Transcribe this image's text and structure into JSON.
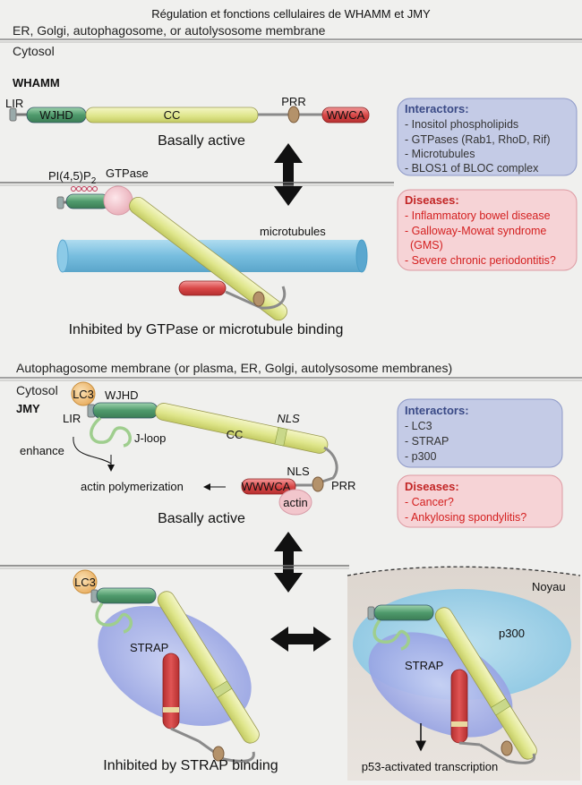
{
  "title": "Régulation et fonctions cellulaires de WHAMM et JMY",
  "whamm": {
    "membrane_label": "ER, Golgi, autophagosome, or autolysosome membrane",
    "cytosol_label": "Cytosol",
    "protein_name": "WHAMM",
    "lir": "LIR",
    "wjhd": "WJHD",
    "cc": "CC",
    "prr": "PRR",
    "wwca": "WWCA",
    "state_active": "Basally active",
    "pip2": "PI(4,5)P",
    "pip2_sub": "2",
    "gtpase": "GTPase",
    "microtubules": "microtubules",
    "state_inhibited": "Inhibited by GTPase or microtubule binding",
    "interactors": {
      "title": "Interactors:",
      "items": [
        "- Inositol phospholipids",
        "- GTPases (Rab1, RhoD, Rif)",
        "- Microtubules",
        "- BLOS1 of BLOC complex"
      ]
    },
    "diseases": {
      "title": "Diseases:",
      "items": [
        "- Inflammatory bowel disease",
        "- Galloway-Mowat syndrome",
        "(GMS)",
        "- Severe chronic periodontitis?"
      ]
    }
  },
  "jmy": {
    "membrane_label": "Autophagosome membrane (or plasma, ER, Golgi, autolysosome membranes)",
    "cytosol_label": "Cytosol",
    "protein_name": "JMY",
    "lc3": "LC3",
    "wjhd": "WJHD",
    "lir": "LIR",
    "jloop": "J-loop",
    "cc": "CC",
    "nls1": "NLS",
    "nls2": "NLS",
    "prr": "PRR",
    "wwwca": "WWWCA",
    "actin": "actin",
    "enhance": "enhance",
    "actin_poly": "actin polymerization",
    "state_active": "Basally active",
    "strap": "STRAP",
    "strap2": "STRAP",
    "lc3_2": "LC3",
    "noyau": "Noyau",
    "p300": "p300",
    "state_inhibited": "Inhibited by STRAP binding",
    "transcription": "p53-activated transcription",
    "interactors": {
      "title": "Interactors:",
      "items": [
        "- LC3",
        "- STRAP",
        "- p300"
      ]
    },
    "diseases": {
      "title": "Diseases:",
      "items": [
        "- Cancer?",
        "- Ankylosing spondylitis?"
      ]
    }
  },
  "colors": {
    "wjhd": "#4f9a6c",
    "cc": "#dfe68c",
    "wwca": "#d94848",
    "prr": "#b4926a",
    "gtpase": "#f2c6cc",
    "microtubule": "#6ab8dd",
    "interactors_box": "#c4cbe6",
    "diseases_box": "#f6d3d6",
    "strap": "#a9b4ea",
    "lc3": "#f1c585"
  }
}
